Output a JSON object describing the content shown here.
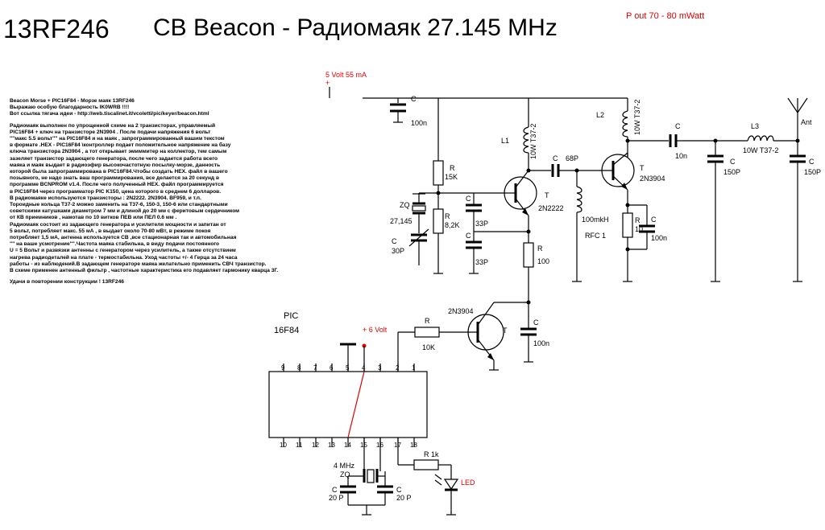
{
  "header": {
    "callsign": "13RF246",
    "title": "CB Beacon - Радиомаяк  27.145 MHz",
    "pout": "P out 70 - 80 mWatt"
  },
  "description": [
    "Beacon Morse + PIC16F84 - Морзе маяк 13RF246",
    "Выражаю особую благодарность IK0WRB !!!!",
    "Вот ссылка тягача идеи - http://web.tiscalinet.it/vcoletti/pic/keyer/beacon.html",
    "",
    "Радиомаяк выполнен по упрощенной схеме на 2 транзисторах, управляемый",
    " PIC16F84 + ключ на транзисторе 2N3904 . После подачи напряжения 6 вольт",
    " \"\"макс 5.5 вольт\"\" на PIC16F84 и на маяк , запрограммированный вашим текстом",
    " в формате .HEX - PIC16F84 \\контроллер подает положительное напряжение на базу",
    "  ключа транзистора 2N3904  , а тот открывает эмиммитер на коллектор, тем самым",
    " зазеляет транзистор задающего генератора, после чего задается работа всего",
    "  маяка и маяк выдает в радиоэфир высокочастотную посылку-морзе, данность",
    " которой была запрограммирована в  PIC16F84.Чтобы создать HEX. файл в вашего",
    "  позывного, не надо знать ваш программирования, все делается за 20 секунд в",
    " программе BCNPROM v1.4. После чего полученный HEX. файл программируется",
    "  в PIC16F84 через программатор PIC K150, цена которого в среднем 6 долларов.",
    "  В радиомаяке используются транзисторы : 2N2222. 2N3904. BF959, и т.п.",
    "Тороидные кольца T37-2 можно заменить на T37-6, 150-3, 150-6 или стандартными",
    "  советскими катушками диаметром 7 мм и длиной до 20 мм с феритовым сердечником",
    "  от КВ приемников , намотав по 10 витков ПЕВ или ПЕЛ 0.6 мм .",
    "Радиомаяк состоит из задающего генератора и усилителя мощности и запитан от",
    "  5 вольт, потребляет макс. 55 мА , в выдает около 70-80 мВт, в режиме покоя",
    "потребляет 1,5 мА, антенна используется СВ ,все стационарная так и автомобильная",
    "  \"\" на ваше усмотрение\"\".Частота маяка стабильна, в виду подачи постоянного",
    "  U = 5 Вольт и развязки антенны с генератором через усилитель, а также отсутствием",
    "  нагрева радиодеталей на плате - термостабильна. Уход частоты +/- 4 Герца за 24 часа",
    "  работы - из наблюдений.В задающем генераторе маяка желательно применить СВЧ транзистор.",
    "В схеме применен антенный фильтр , частотные характеристика его подавляет гармонику кварца 3Г.",
    "",
    "Удачи в повторении конструкции ! 13RF246"
  ],
  "labels": {
    "supply": "5 Volt 55 mA",
    "plus": "+",
    "c1": "C",
    "c1v": "100n",
    "r15": "R",
    "r15v": "15K",
    "zq": "ZQ",
    "zqv": "27,145",
    "r82": "R",
    "r82v": "8,2K",
    "c33a": "C",
    "c33av": "33P",
    "c33b": "C",
    "c33bv": "33P",
    "ctrim": "C",
    "ctrimv": "30P",
    "l1": "L1",
    "l1v": "10W T37-2",
    "c68": "C",
    "c68v": "68P",
    "t1": "T",
    "t1v": "2N2222",
    "r100": "R",
    "r100v": "100",
    "rfc": "100mkH",
    "rfcv": "RFC 1",
    "l2": "L2",
    "l2v": "10W T37-2",
    "t2": "T",
    "t2v": "2N3904",
    "r10": "R",
    "r10v": "10",
    "c100e": "C",
    "c100ev": "100n",
    "c10n": "C",
    "c10nv": "10n",
    "c150a": "C",
    "c150av": "150P",
    "l3": "L3",
    "l3v": "10W T37-2",
    "c150b": "C",
    "c150bv": "150P",
    "ant": "Ant",
    "t3": "T",
    "t3v": "2N3904",
    "r10k": "R",
    "r10kv": "10K",
    "c100d": "C",
    "c100dv": "100n",
    "pic": "PIC",
    "picv": "16F84",
    "p6v": "+ 6 Volt",
    "xtal": "4 MHz",
    "xtalzq": "ZQ",
    "c20a": "C",
    "c20av": "20 P",
    "c20b": "C",
    "c20bv": "20 P",
    "r1k": "R 1k",
    "led": "LED"
  },
  "pins_top": [
    "9",
    "8",
    "7",
    "6",
    "5",
    "4",
    "3",
    "2",
    "1"
  ],
  "pins_bottom": [
    "10",
    "11",
    "12",
    "13",
    "14",
    "15",
    "16",
    "17",
    "18"
  ],
  "colors": {
    "wire": "#000000",
    "accent": "#e00000"
  }
}
